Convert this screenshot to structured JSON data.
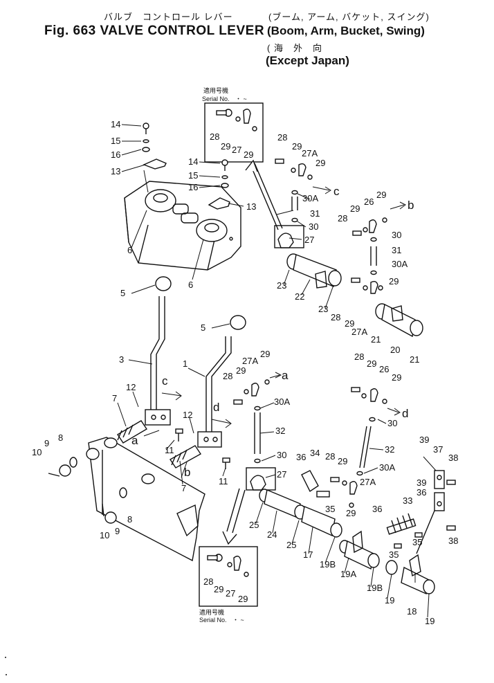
{
  "header": {
    "jp_title": "バルブ　コントロール レバー",
    "jp_parts": "(ブーム, アーム, バケット, スイング)",
    "fig_title": "Fig. 663 VALVE CONTROL LEVER",
    "parts_en": "(Boom, Arm, Bucket, Swing)",
    "jp_region": "( 海　外　向",
    "region_en": "(Except Japan)"
  },
  "serial_boxes": {
    "top": {
      "jp": "適用号機",
      "en": "Serial No.",
      "value": "・ ~"
    },
    "bottom": {
      "jp": "適用号機",
      "en": "Serial No.",
      "value": "・ ~"
    }
  },
  "callouts": {
    "c1": "c",
    "b1": "b",
    "a1": "a",
    "d1": "d",
    "c2": "c",
    "d2": "d",
    "a2": "a",
    "b2": "b"
  },
  "part_labels": [
    "14",
    "15",
    "16",
    "13",
    "6",
    "6",
    "14",
    "15",
    "16",
    "13",
    "28",
    "29",
    "27",
    "29",
    "28",
    "29",
    "27A",
    "29",
    "30A",
    "31",
    "30",
    "27",
    "23",
    "22",
    "23",
    "29",
    "28",
    "26",
    "29",
    "30",
    "31",
    "30A",
    "28",
    "29",
    "27A",
    "29",
    "21",
    "20",
    "21",
    "5",
    "5",
    "3",
    "1",
    "12",
    "12",
    "7",
    "7",
    "9",
    "8",
    "10",
    "9",
    "8",
    "10",
    "11",
    "11",
    "28",
    "29",
    "27A",
    "29",
    "30A",
    "32",
    "30",
    "27",
    "25",
    "24",
    "25",
    "17",
    "19B",
    "28",
    "29",
    "26",
    "29",
    "30",
    "32",
    "30A",
    "36",
    "34",
    "28",
    "29",
    "27A",
    "35",
    "29",
    "39",
    "37",
    "38",
    "39",
    "38",
    "36",
    "33",
    "36",
    "35",
    "35",
    "19A",
    "19B",
    "19",
    "18",
    "19",
    "28",
    "29",
    "27",
    "29"
  ]
}
